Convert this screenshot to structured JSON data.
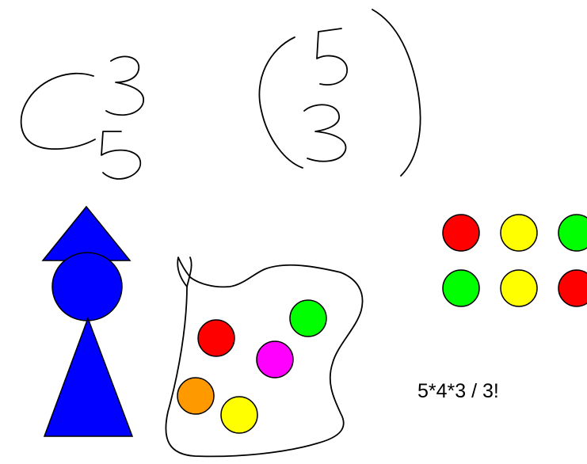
{
  "annotation": {
    "formula_text": "5*4*3 / 3!"
  },
  "handwriting": {
    "left_notation": {
      "top_digit": "3",
      "bottom_digit": "5",
      "symbol": "C"
    },
    "right_notation": {
      "top_digit": "5",
      "bottom_digit": "3",
      "symbol": "binomial-parentheses"
    }
  },
  "colors": {
    "figure": "#0000ff",
    "red": "#ff0000",
    "yellow": "#ffff00",
    "green": "#00ff00",
    "magenta": "#ff00ff",
    "orange": "#ff9900",
    "outline": "#000000"
  },
  "bag_balls": [
    "red",
    "green",
    "magenta",
    "orange",
    "yellow"
  ],
  "selection_grid": [
    [
      "red",
      "yellow",
      "green"
    ],
    [
      "green",
      "yellow",
      "red"
    ]
  ]
}
